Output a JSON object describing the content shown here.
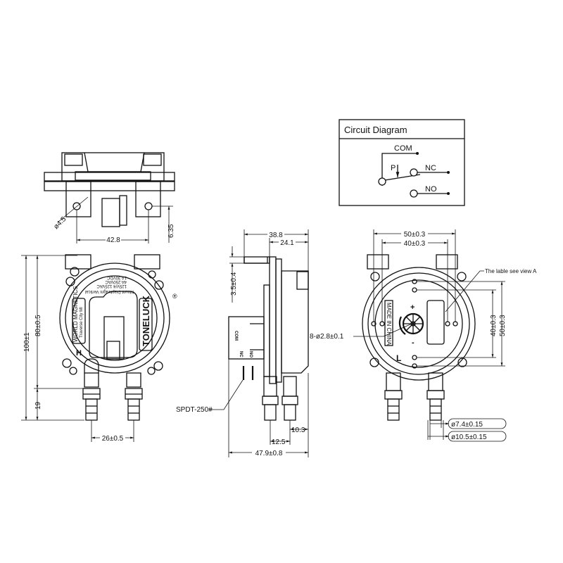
{
  "circuit_diagram": {
    "title": "Circuit Diagram",
    "com": "COM",
    "nc": "NC",
    "no": "NO",
    "p": "P"
  },
  "top_view": {
    "hole_dia": "ø4.5",
    "hole_spacing": "42.8",
    "hole_offset": "6.35"
  },
  "front_view": {
    "height_total": "100±1",
    "height_body": "80±0.5",
    "barb_length": "19",
    "barb_spacing": "26±0.5",
    "brand": "TONELUCK",
    "maker_line1": "WORLD MAGNETICS",
    "maker_line2": "Traverse City MI",
    "mount_text": "Mount Diaphragm Vertical",
    "rating_line1": "125V/4 125VAC",
    "rating_line2": "4A 250VAC",
    "rating_line3": "1A 30VDC",
    "port_label": "H",
    "reg_mark": "®"
  },
  "side_view": {
    "depth_total": "38.8",
    "depth_housing": "24.1",
    "flange": "3.5±0.4",
    "mount_holes": "8-ø2.8±0.1",
    "terminal": "SPDT-250#",
    "barb_offset": "10.3",
    "barb_spacing": "12.5",
    "overall": "47.9±0.8",
    "com": "COM",
    "nc": "NC",
    "no": "NO"
  },
  "back_view": {
    "width_outer": "50±0.3",
    "width_inner": "40±0.3",
    "height_inner": "40±0.3",
    "height_outer": "50±0.3",
    "label_note": "The lable see view A",
    "origin": "MADE IN CHINA",
    "port_label": "L",
    "barb_inner": "ø7.4±0.15",
    "barb_outer": "ø10.5±0.15"
  }
}
